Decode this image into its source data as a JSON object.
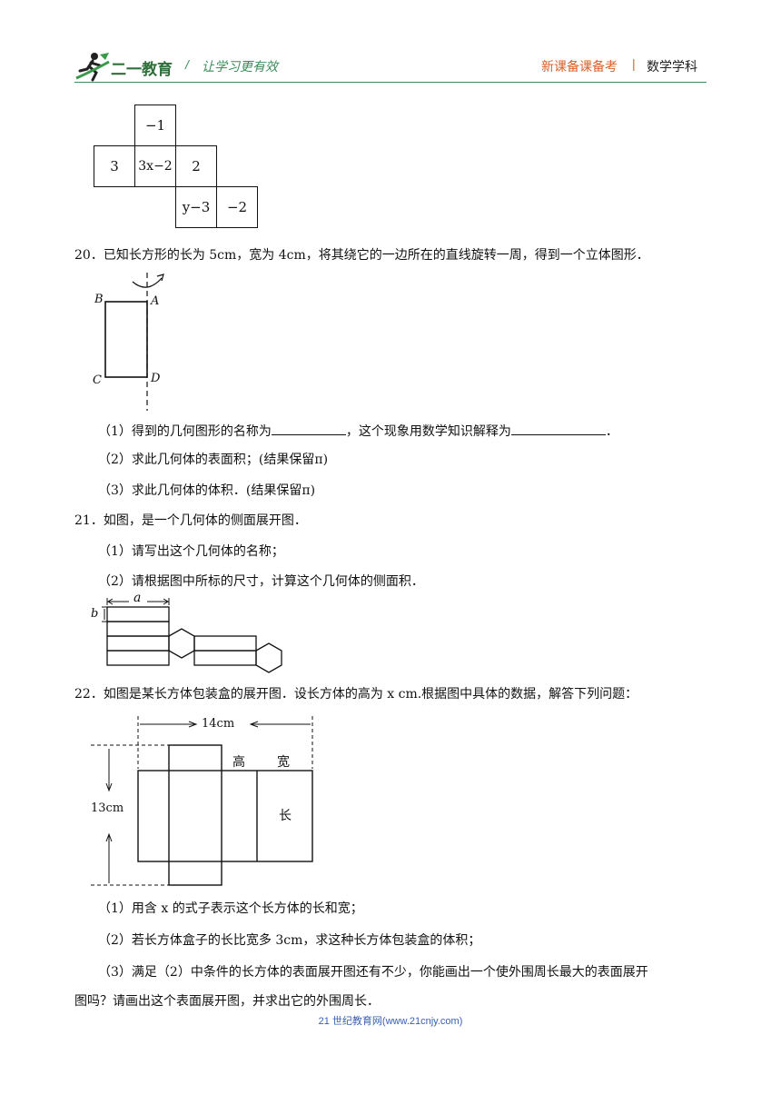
{
  "header": {
    "logo_text": "二一教育",
    "slogan_slash": "/",
    "slogan": "让学习更有效",
    "right_main": "新课备课备考",
    "divider": "|",
    "right_subject": "数学学科"
  },
  "net_cells": [
    "−1",
    "3",
    "3x−2",
    "2",
    "y−3",
    "−2"
  ],
  "q20": {
    "stem": "20．已知长方形的长为 5cm，宽为 4cm，将其绕它的一边所在的直线旋转一周，得到一个立体图形．",
    "fig": {
      "B": "B",
      "A": "A",
      "C": "C",
      "D": "D"
    },
    "p1_a": "（1）得到的几何图形的名称为",
    "p1_b": "，这个现象用数学知识解释为",
    "p1_c": "．",
    "p2": "（2）求此几何体的表面积；(结果保留π)",
    "p3": "（3）求此几何体的体积．(结果保留π)"
  },
  "q21": {
    "stem": "21．如图，是一个几何体的侧面展开图．",
    "p1": "（1）请写出这个几何体的名称；",
    "p2": "（2）请根据图中所标的尺寸，计算这个几何体的侧面积．",
    "fig": {
      "a": "a",
      "b": "b"
    }
  },
  "q22": {
    "stem": "22．如图是某长方体包装盒的展开图．设长方体的高为 x cm.根据图中具体的数据，解答下列问题：",
    "fig": {
      "width_label": "14cm",
      "height_label": "13cm",
      "gao": "高",
      "kuan": "宽",
      "chang": "长"
    },
    "p1": "（1）用含 x 的式子表示这个长方体的长和宽；",
    "p2": "（2）若长方体盒子的长比宽多 3cm，求这种长方体包装盒的体积；",
    "p3_line1": "（3）满足（2）中条件的长方体的表面展开图还有不少，你能画出一个使外围周长最大的表面展开",
    "p3_line2": "图吗？请画出这个表面展开图，并求出它的外围周长．"
  },
  "footer": "21 世纪教育网(www.21cnjy.com)"
}
